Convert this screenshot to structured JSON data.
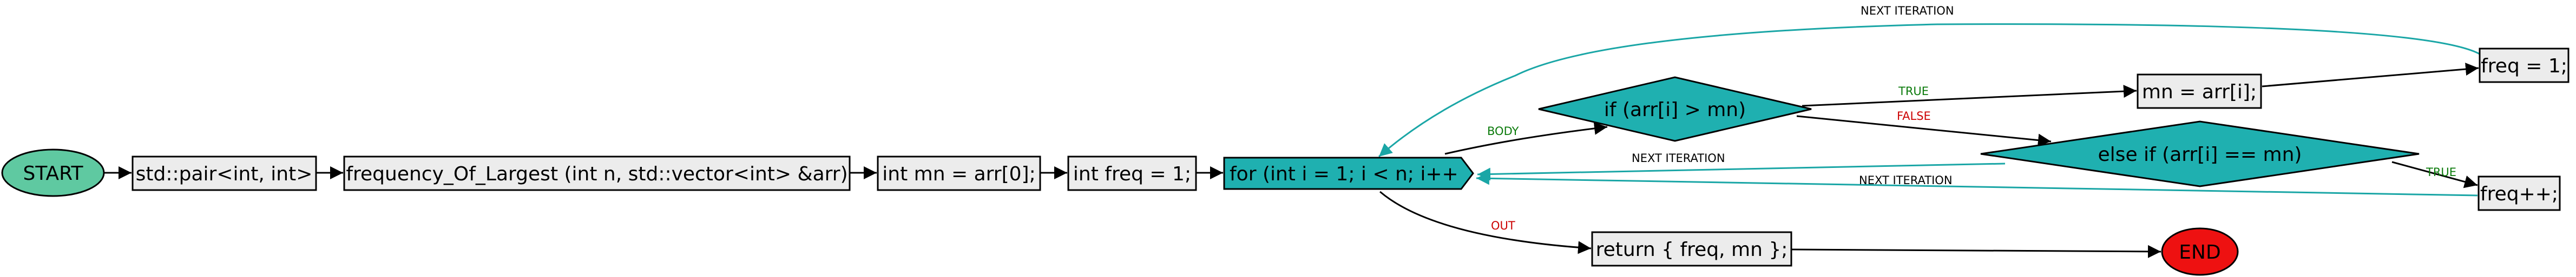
{
  "colors": {
    "start_fill": "#5fc9a1",
    "end_fill": "#ee1111",
    "process_fill": "#ececec",
    "decision_fill": "#1fb0b0",
    "loop_edge": "#1aa6a6",
    "true_label": "#0a7a0a",
    "false_label": "#cc0000",
    "body_label": "#0a7a0a",
    "out_label": "#cc0000",
    "iter_label": "#000000"
  },
  "nodes": {
    "start": "START",
    "signature_type": "std::pair<int, int>",
    "function_name": "frequency_Of_Largest (int n, std::vector<int> &arr)",
    "init_mn": "int mn = arr[0];",
    "init_freq": "int freq = 1;",
    "for_loop": "for (int i = 1; i < n; i++",
    "if_cond": "if (arr[i] > mn)",
    "assign_mn": "mn = arr[i];",
    "reset_freq": "freq = 1;",
    "elseif_cond": "else if (arr[i] == mn)",
    "inc_freq": "freq++;",
    "return_stmt": "return { freq, mn };",
    "end": "END"
  },
  "edges": {
    "body": "BODY",
    "out": "OUT",
    "true_1": "TRUE",
    "false_1": "FALSE",
    "true_2": "TRUE",
    "next_iter_top": "NEXT ITERATION",
    "next_iter_mid": "NEXT ITERATION",
    "next_iter_low": "NEXT ITERATION"
  }
}
